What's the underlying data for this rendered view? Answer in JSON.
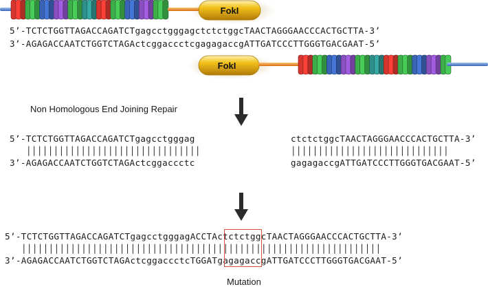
{
  "figure": {
    "nuclease_label_top": "FokI",
    "nuclease_label_bottom": "FokI",
    "cut_site": {
      "top": "5’-TCTCTGGTTAGACCAGATCTgagcctgggagctctctggcTAACTAGGGAACCCACTGCTTA-3’",
      "bottom": "3’-AGAGACCAATCTGGTCTAGActcggaccctcgagagaccgATTGATCCCTTGGGTGACGAAT-5’"
    },
    "nhej_caption": "Non Homologous End Joining Repair",
    "break_left": {
      "top": "5’-TCTCTGGTTAGACCAGATCTgagcctgggag",
      "bars": "||||||||||||||||||||||||||||||||",
      "bottom": "3’-AGAGACCAATCTGGTCTAGActcggaccctc"
    },
    "break_right": {
      "top": "ctctctggcTAACTAGGGAACCCACTGCTTA-3’",
      "bars": "|||||||||||||||||||||||||||||",
      "bottom": "gagagaccgATTGATCCCTTGGGTGACGAAT-5’"
    },
    "repaired": {
      "top": "5’-TCTCTGGTTAGACCAGATCTgagcctgggagACCTActctctggcTAACTAGGGAACCCACTGCTTA-3’",
      "bars": "||||||||||||||||||||||||||||||||||||||||||||||||||||||||||||||||||",
      "bottom": "3’-AGAGACCAATCTGGTCTAGActcggaccctcTGGATgagagaccgATTGATCCCTTGGGTGACGAAT-5’"
    },
    "mutation_caption": "Mutation"
  },
  "colors": {
    "zf_red": "#d7362e",
    "zf_green": "#3cae4a",
    "zf_blue": "#3a64b6",
    "zf_purple": "#8a4fc0",
    "zf_teal": "#2f8f8a",
    "backbone_blue": "#5b86c6",
    "linker_orange": "#ef8a1e",
    "foki_gold": "#f4c21c",
    "mutation_box": "#d9503f",
    "arrow": "#2b2b2b"
  },
  "icons": {
    "down_arrow": "arrow-down-icon"
  }
}
